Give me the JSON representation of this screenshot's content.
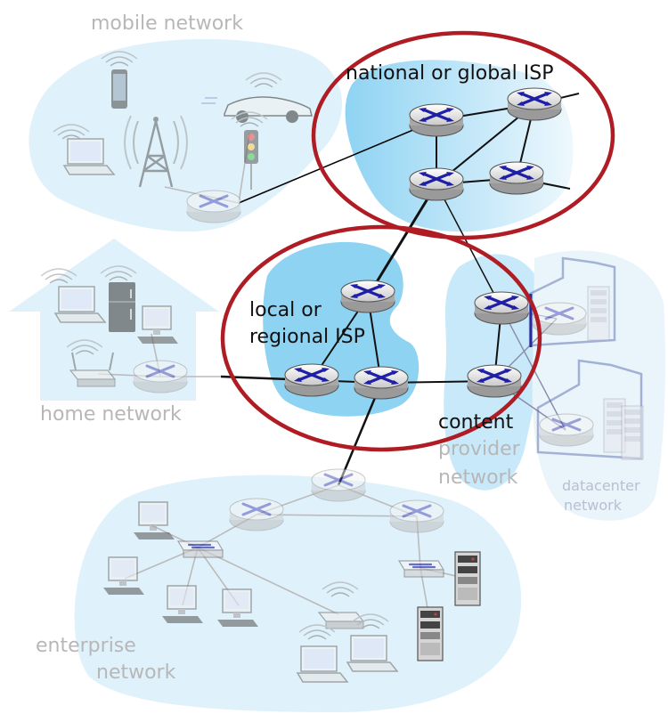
{
  "labels": {
    "mobile_network": "mobile network",
    "national_global_isp": "national or global ISP",
    "local_regional_isp_line1": "local or",
    "local_regional_isp_line2": "regional ISP",
    "home_network": "home network",
    "content_provider_line1": "content",
    "content_provider_line2": "provider",
    "content_provider_line3": "network",
    "datacenter_line1": "datacenter",
    "datacenter_line2": "network",
    "enterprise_line1": "enterprise",
    "enterprise_line2": "network"
  },
  "colors": {
    "accent_red": "#b01c24",
    "router_blue": "#1f1fa6",
    "region_light": "#dff1fb",
    "region_mid": "#8fd3f3",
    "faded_text": "#b7b7b7"
  },
  "icons": [
    "router-icon",
    "laptop-icon",
    "phone-icon",
    "car-icon",
    "cell-tower-icon",
    "traffic-light-icon",
    "fridge-icon",
    "desktop-icon",
    "wifi-router-icon",
    "switch-icon",
    "server-icon",
    "datacenter-building-icon"
  ]
}
